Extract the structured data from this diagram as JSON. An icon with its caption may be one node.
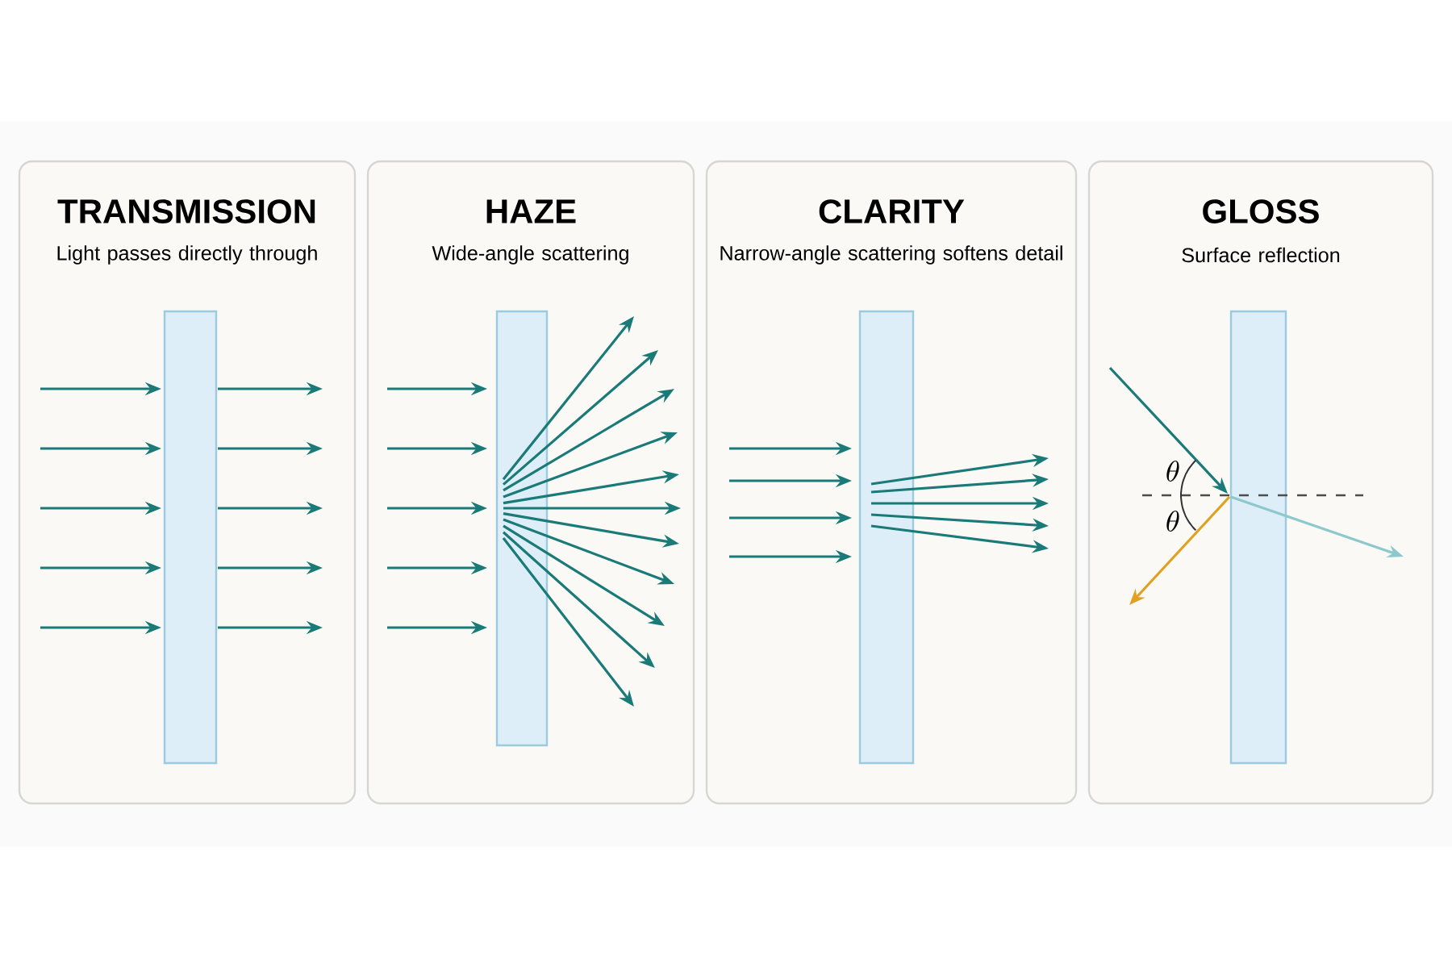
{
  "diagram": {
    "nodes": [
      {
        "text": [
          "TRANSMISSION",
          "Light passes directly through"
        ]
      },
      {
        "text": [
          "HAZE",
          "Wide-angle scattering"
        ]
      },
      {
        "text": [
          "CLARITY",
          "Narrow-angle scattering softens detail"
        ]
      },
      {
        "text": [
          "GLOSS",
          "Surface reflection"
        ]
      }
    ],
    "labels": [
      "\\theta",
      "\\theta"
    ]
  }
}
